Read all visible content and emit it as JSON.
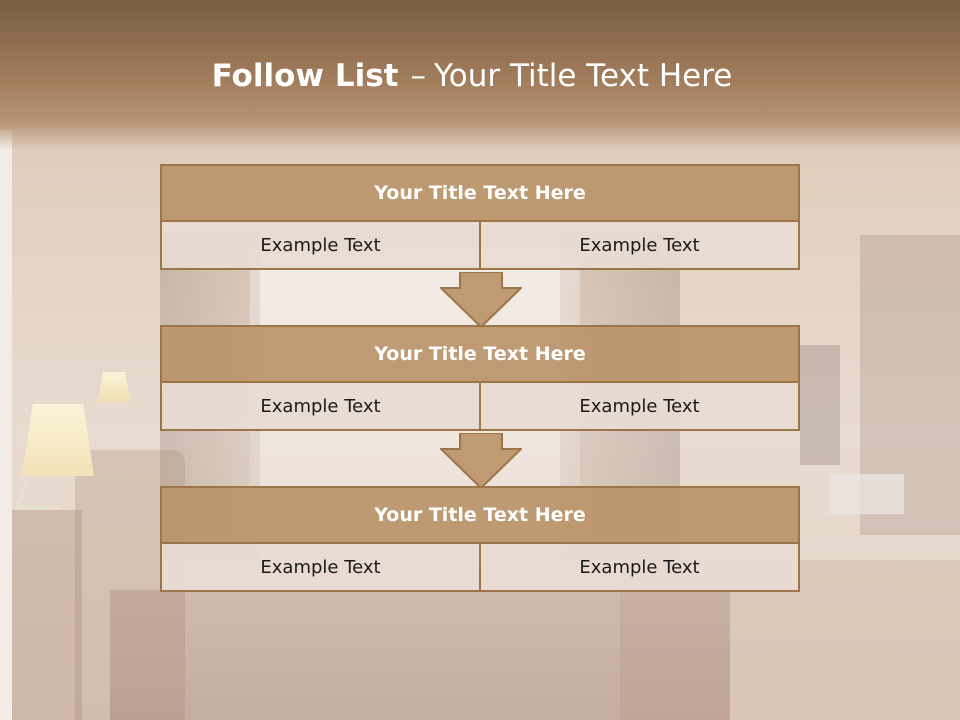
{
  "title": {
    "bold": "Follow List",
    "separator": "–",
    "rest": "Your Title Text Here"
  },
  "blocks": [
    {
      "heading": "Your Title Text Here",
      "left": "Example Text",
      "right": "Example Text"
    },
    {
      "heading": "Your Title Text Here",
      "left": "Example Text",
      "right": "Example Text"
    },
    {
      "heading": "Your Title Text Here",
      "left": "Example Text",
      "right": "Example Text"
    }
  ],
  "colors": {
    "header_band": "#8c6c4e",
    "block_header": "#ba946c",
    "block_border": "#9c7549",
    "cell_fill": "#e8dbd2",
    "arrow_fill": "#c09a72"
  },
  "icons": {
    "connector": "down-arrow-icon"
  }
}
